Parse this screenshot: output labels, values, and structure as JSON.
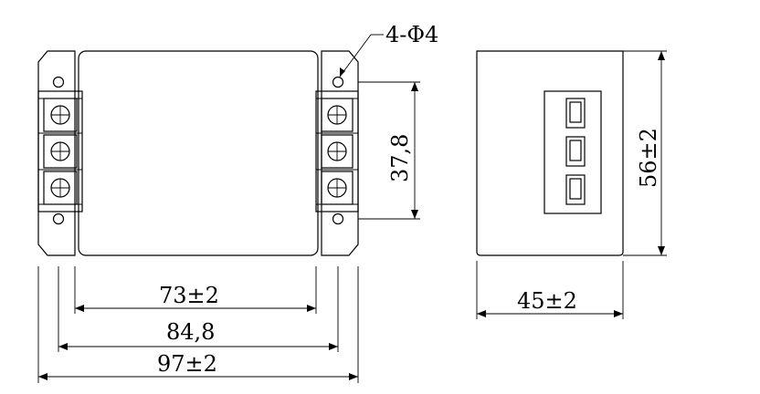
{
  "drawing": {
    "hole_callout": "4-Φ4",
    "height_terminal_pitch": "37,8",
    "width_body": "73±2",
    "width_mount_holes": "84,8",
    "width_overall": "97±2",
    "side_depth": "45±2",
    "side_height": "56±2"
  }
}
